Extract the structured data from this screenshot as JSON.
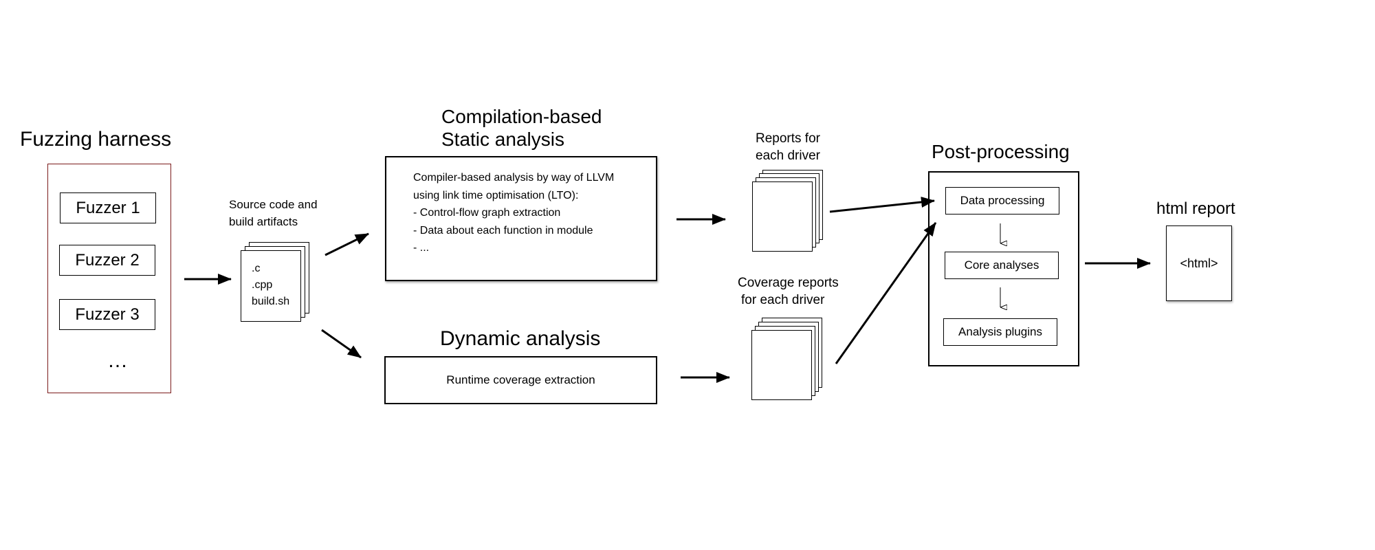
{
  "harness": {
    "title": "Fuzzing harness",
    "fuzzers": [
      "Fuzzer 1",
      "Fuzzer 2",
      "Fuzzer 3"
    ],
    "ellipsis": "…",
    "border_color": "#7a1a1a"
  },
  "source": {
    "caption_line1": "Source code and",
    "caption_line2": "build artifacts",
    "files": [
      ".c",
      ".cpp",
      "build.sh"
    ]
  },
  "static_analysis": {
    "title_line1": "Compilation-based",
    "title_line2": "Static analysis",
    "lines": [
      "Compiler-based analysis by way of LLVM",
      "using link time optimisation (LTO):",
      "- Control-flow graph extraction",
      "- Data about each function in module",
      "- ..."
    ]
  },
  "dynamic_analysis": {
    "title": "Dynamic analysis",
    "body": "Runtime coverage extraction"
  },
  "reports": {
    "static_caption_line1": "Reports for",
    "static_caption_line2": "each driver",
    "coverage_caption_line1": "Coverage reports",
    "coverage_caption_line2": "for each driver"
  },
  "post_processing": {
    "title": "Post-processing",
    "steps": [
      "Data processing",
      "Core analyses",
      "Analysis plugins"
    ]
  },
  "output": {
    "title": "html report",
    "content": "<html>"
  }
}
